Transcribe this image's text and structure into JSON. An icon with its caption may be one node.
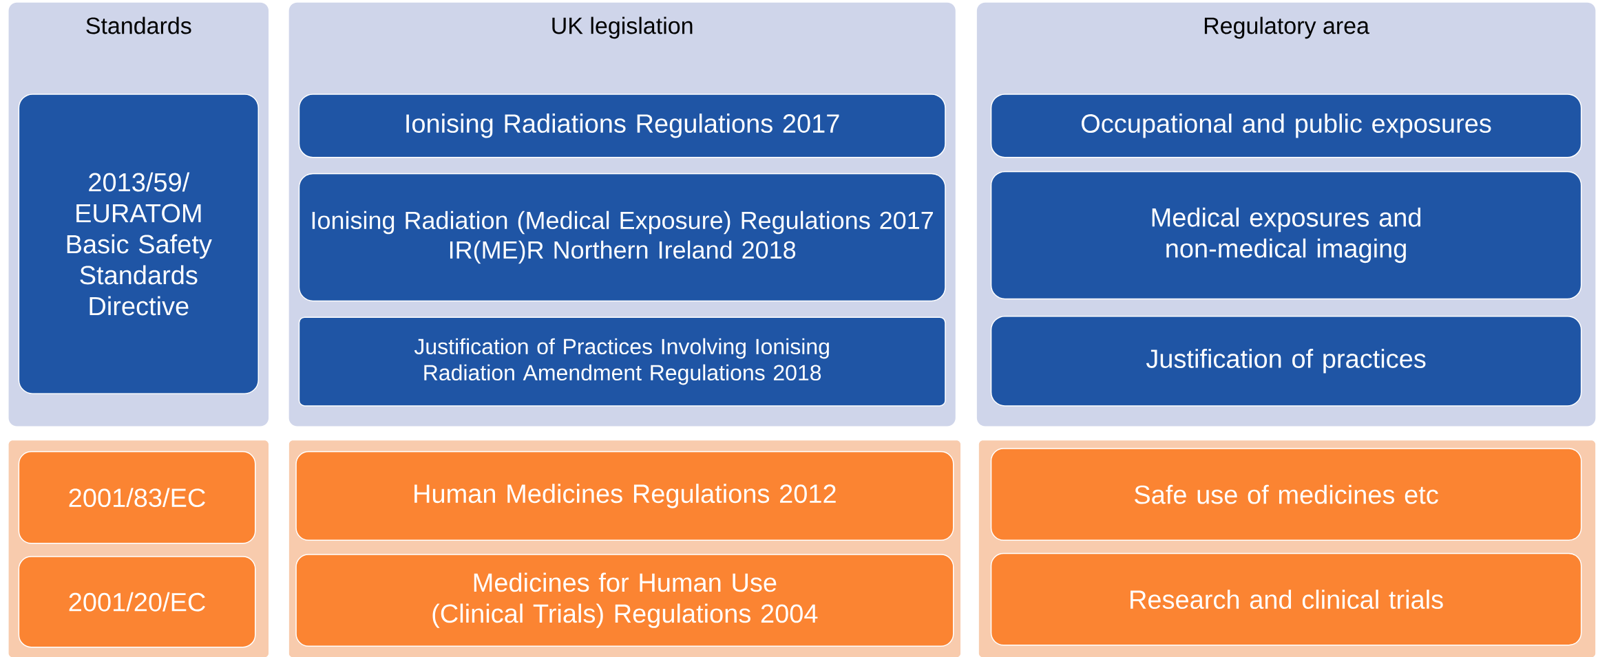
{
  "diagram": {
    "nodes": [
      {
        "text": [
          "Standards"
        ]
      },
      {
        "text": [
          "2013/59/ EURATOM Basic Safety Standards Directive"
        ],
        "in": 0
      },
      {
        "text": [
          "UK legislation"
        ]
      },
      {
        "text": [
          "Ionising Radiations Regulations 2017"
        ],
        "in": 2
      },
      {
        "text": [
          "Ionising Radiation (Medical Exposure) Regulations 2017",
          "IR(ME)R Northern Ireland 2018"
        ],
        "in": 2
      },
      {
        "text": [
          "Justification of Practices Involving Ionising Radiation Amendment Regulations 2018"
        ],
        "in": 2
      },
      {
        "text": [
          "Regulatory area"
        ]
      },
      {
        "text": [
          "Occupational and public exposures"
        ],
        "in": 6
      },
      {
        "text": [
          "Medical exposures and non-medical imaging"
        ],
        "in": 6
      },
      {
        "text": [
          "Justification of practices"
        ],
        "in": 6
      },
      {
        "text": [],
        "shape": "box"
      },
      {
        "text": [
          "2001/83/EC"
        ],
        "in": 10
      },
      {
        "text": [
          "2001/20/EC"
        ],
        "in": 10
      },
      {
        "text": [],
        "shape": "box"
      },
      {
        "text": [
          "Human Medicines Regulations 2012"
        ],
        "in": 13
      },
      {
        "text": [
          "Medicines for Human Use (Clinical Trials) Regulations 2004"
        ],
        "in": 13
      },
      {
        "text": [],
        "shape": "box"
      },
      {
        "text": [
          "Safe use of medicines etc"
        ],
        "in": 16
      },
      {
        "text": [
          "Research and clinical trials"
        ],
        "in": 16
      }
    ],
    "edges": []
  }
}
